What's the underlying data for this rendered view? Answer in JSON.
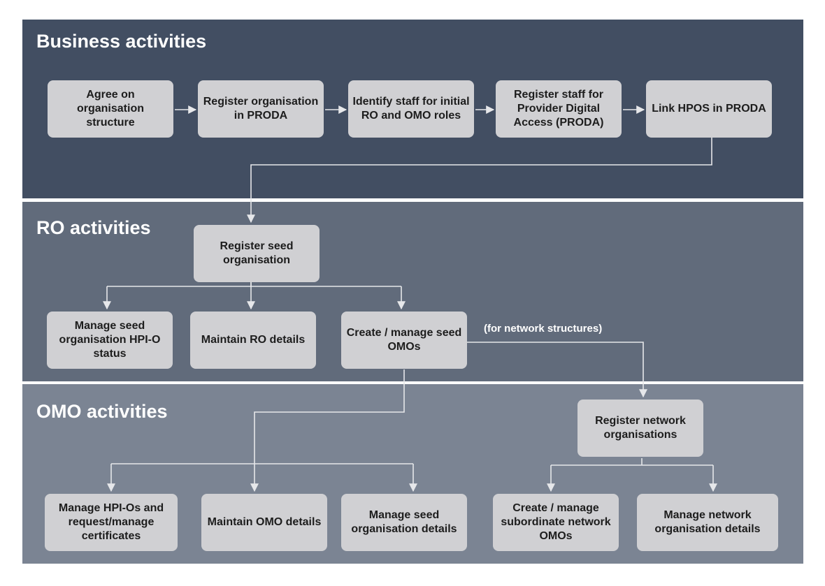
{
  "bands": {
    "business": {
      "title": "Business activities"
    },
    "ro": {
      "title": "RO activities"
    },
    "omo": {
      "title": "OMO activities"
    }
  },
  "business_steps": [
    {
      "label": "Agree on organisation structure"
    },
    {
      "label": "Register organisation in PRODA"
    },
    {
      "label": "Identify staff for initial RO and OMO roles"
    },
    {
      "label": "Register staff for Provider Digital Access (PRODA)"
    },
    {
      "label": "Link HPOS in PRODA"
    }
  ],
  "ro_steps": {
    "seed": {
      "label": "Register seed organisation"
    },
    "manage_status": {
      "label": "Manage seed organisation HPI-O status"
    },
    "maintain_ro": {
      "label": "Maintain RO details"
    },
    "create_omos": {
      "label": "Create / manage seed OMOs"
    },
    "network_note": "(for network structures)"
  },
  "omo_steps": {
    "register_network": {
      "label": "Register network organisations"
    },
    "manage_hpios": {
      "label": "Manage HPI-Os and request/manage certificates"
    },
    "maintain_omo": {
      "label": "Maintain OMO details"
    },
    "manage_seed_details": {
      "label": "Manage seed organisation details"
    },
    "create_subordinate": {
      "label": "Create / manage subordinate network OMOs"
    },
    "manage_network_details": {
      "label": "Manage network organisation details"
    }
  },
  "colors": {
    "band_business": "#424e62",
    "band_ro": "#616b7b",
    "band_omo": "#7b8493",
    "box": "#d0d0d3",
    "connector": "#e6e7ea"
  }
}
